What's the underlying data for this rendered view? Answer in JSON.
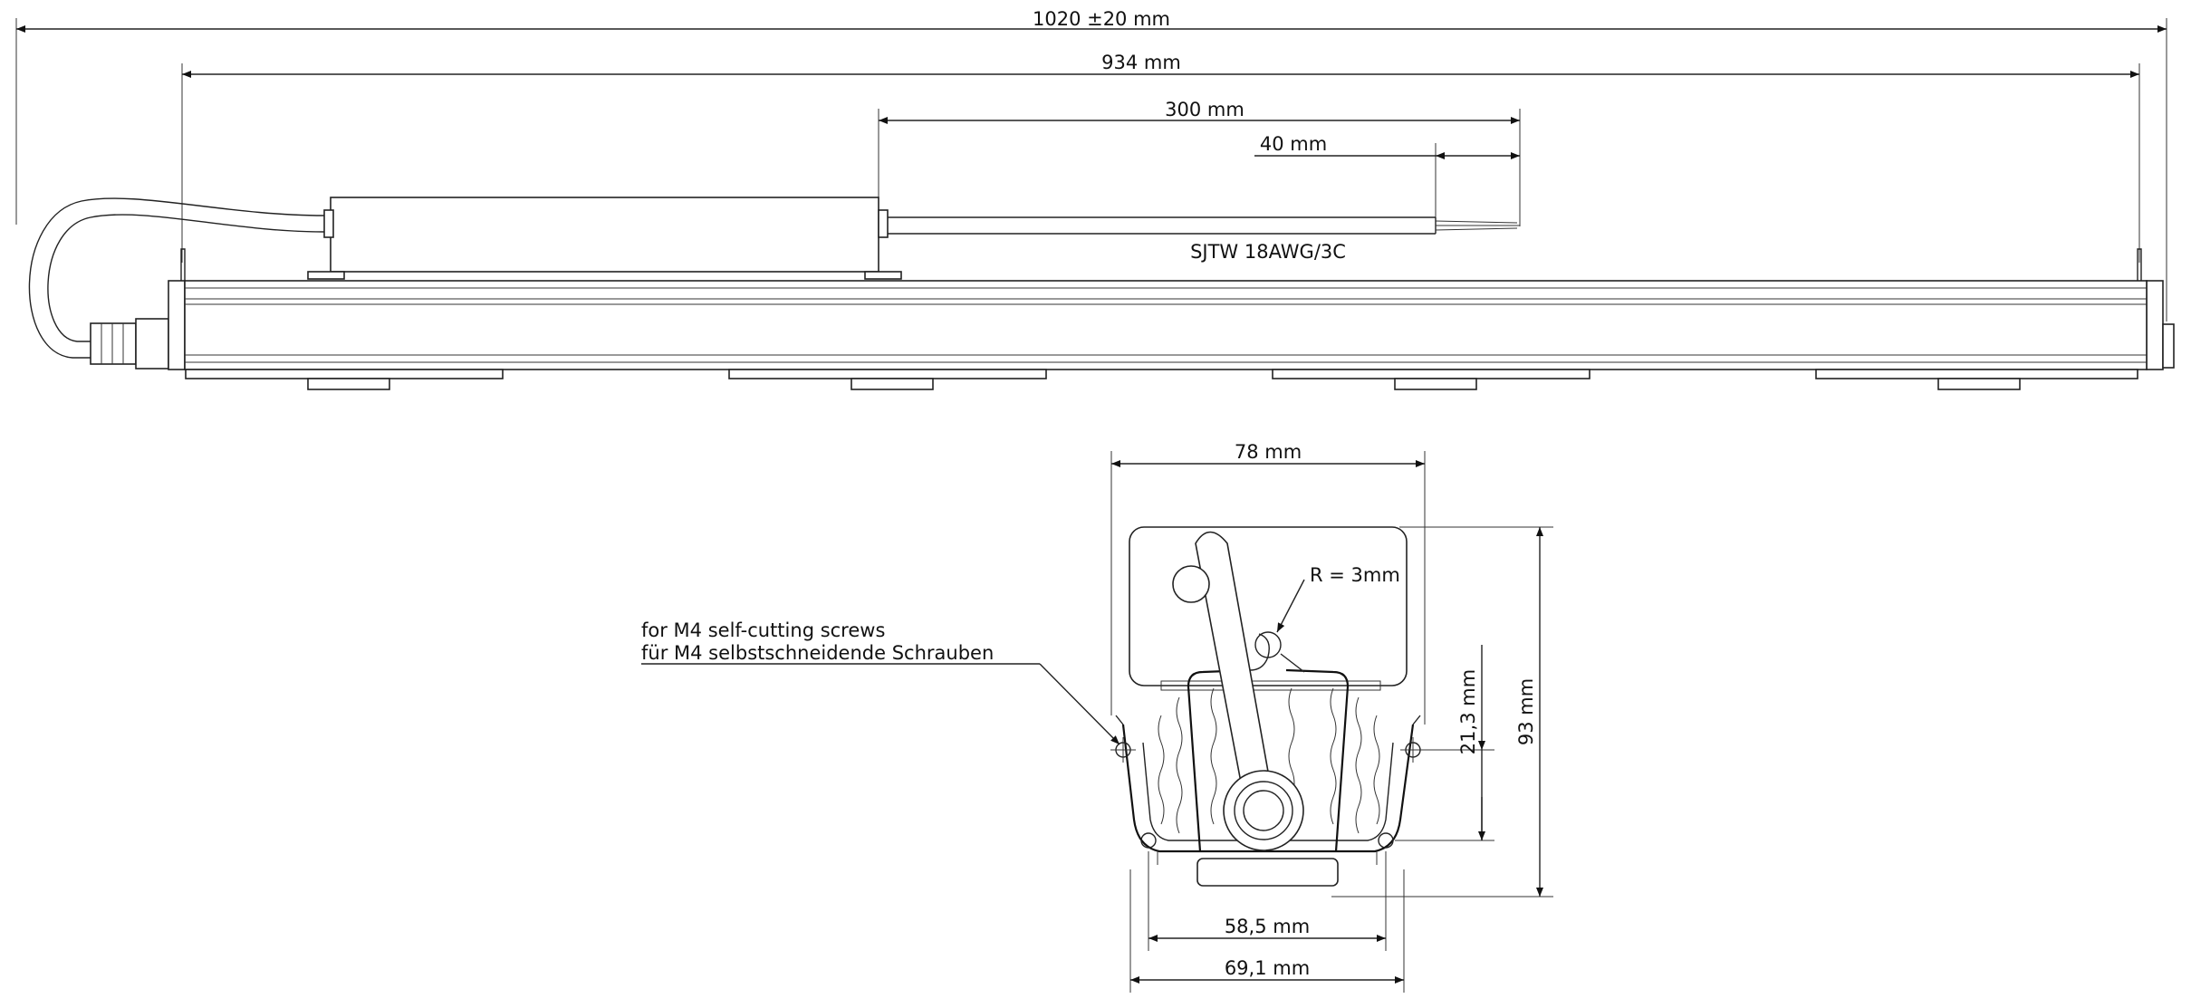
{
  "side_view": {
    "overall_length": "1020 ±20 mm",
    "mount_length": "934 mm",
    "cable_length": "300 mm",
    "strip_length": "40 mm",
    "cable_type": "SJTW 18AWG/3C"
  },
  "cross_section": {
    "width_top": "78 mm",
    "height": "93 mm",
    "bend_radius": "R = 3mm",
    "slot_height": "21,3 mm",
    "width_inner": "58,5 mm",
    "width_bottom": "69,1 mm",
    "screw_note_en": "for M4 self-cutting screws",
    "screw_note_de": "für M4 selbstschneidende Schrauben"
  }
}
